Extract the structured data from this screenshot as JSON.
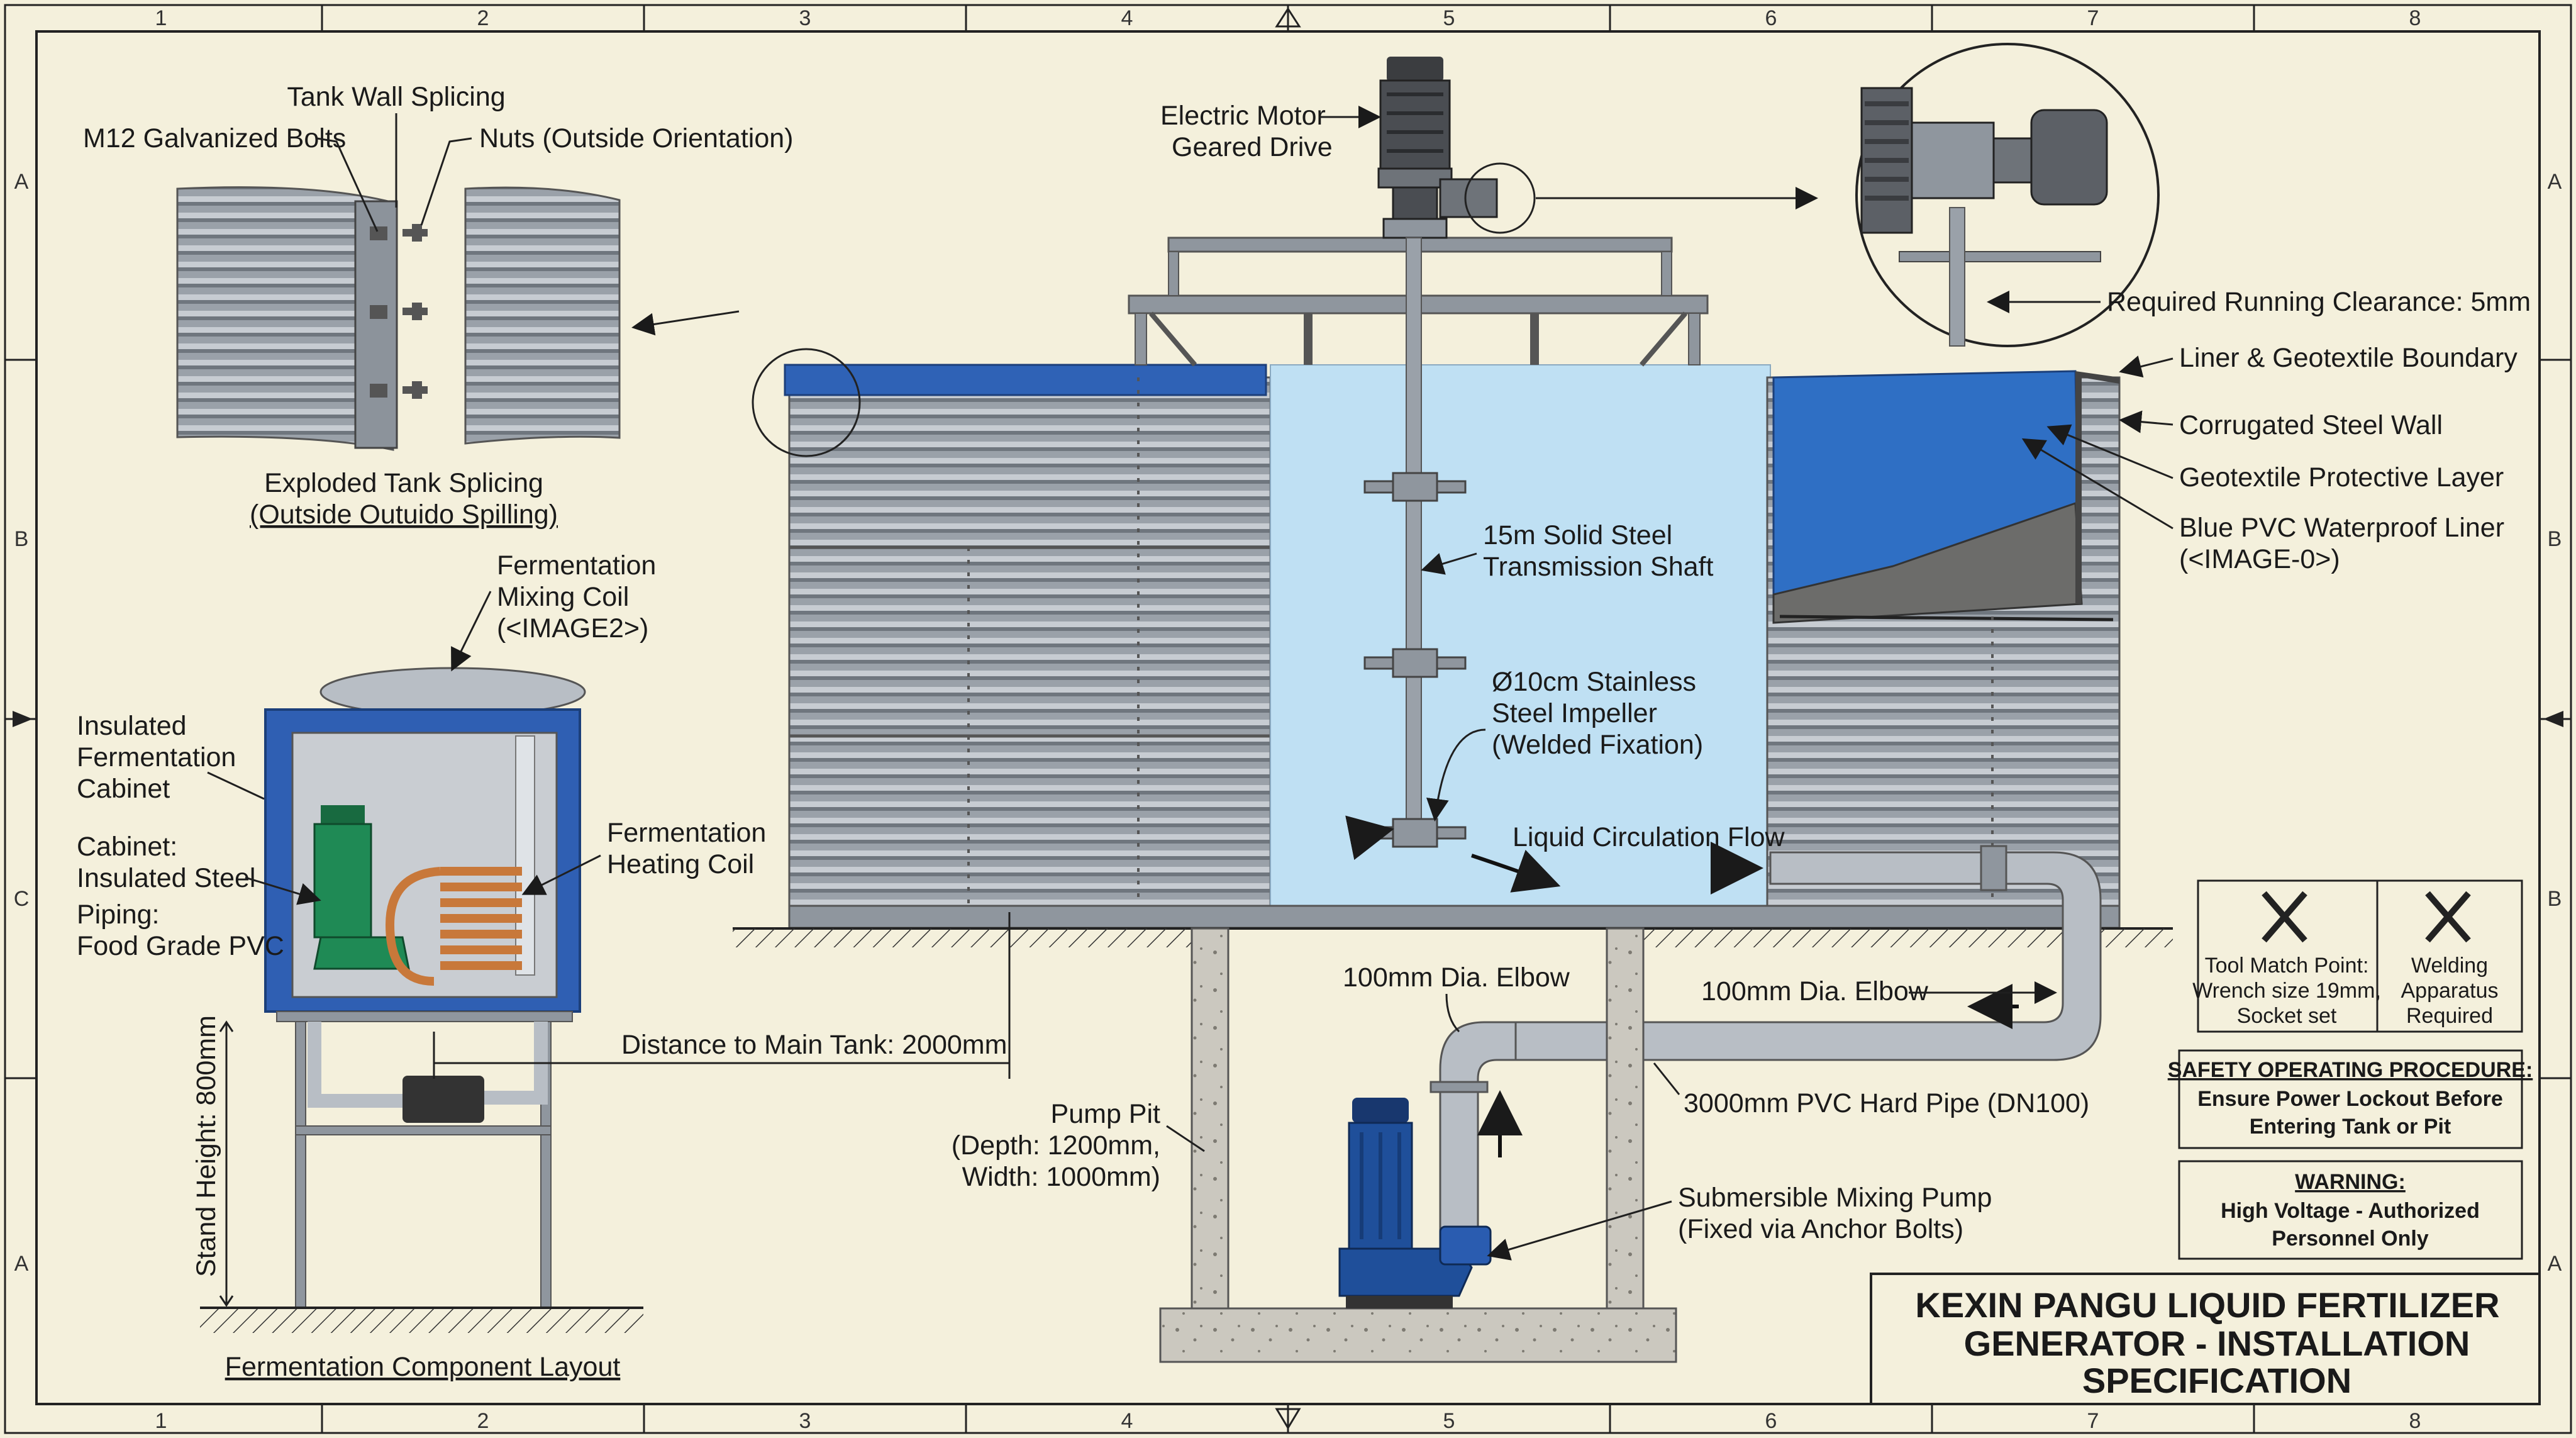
{
  "border": {
    "columns": [
      "1",
      "2",
      "3",
      "4",
      "5",
      "6",
      "7",
      "8"
    ],
    "rows_left": [
      "A",
      "B",
      "C",
      "A"
    ],
    "rows_right": [
      "A",
      "B",
      "B",
      "A"
    ]
  },
  "splicing": {
    "title_line1": "Tank Wall Splicing",
    "bolts": "M12 Galvanized Bolts",
    "nuts": "Nuts (Outside Orientation)",
    "caption1": "Exploded Tank Splicing",
    "caption2": "(Outside Outuido Spilling)"
  },
  "motor": {
    "line1": "Electric Motor",
    "line2": "Geared Drive"
  },
  "clearance": "Required Running Clearance: 5mm",
  "liner_labels": {
    "boundary": "Liner & Geotextile Boundary",
    "wall": "Corrugated Steel Wall",
    "geotextile": "Geotextile Protective Layer",
    "liner1": "Blue PVC Waterproof Liner",
    "liner2": "(<IMAGE-0>)"
  },
  "shaft": {
    "line1": "15m Solid Steel",
    "line2": "Transmission Shaft"
  },
  "impeller": {
    "line1": "Ø10cm Stainless",
    "line2": "Steel Impeller",
    "line3": "(Welded Fixation)"
  },
  "flow": "Liquid Circulation Flow",
  "cabinet": {
    "coil_top1": "Fermentation",
    "coil_top2": "Mixing Coil",
    "coil_top3": "(<IMAGE2>)",
    "insulated1": "Insulated",
    "insulated2": "Fermentation",
    "insulated3": "Cabinet",
    "cab1": "Cabinet:",
    "cab2": "Insulated Steel",
    "pip1": "Piping:",
    "pip2": "Food Grade PVC",
    "heat1": "Fermentation",
    "heat2": "Heating Coil",
    "stand": "Stand Height: 800mm",
    "caption": "Fermentation Component Layout"
  },
  "distance": "Distance to Main Tank: 2000mm",
  "pit": {
    "line1": "Pump Pit",
    "line2": "(Depth: 1200mm,",
    "line3": "Width: 1000mm)"
  },
  "elbow_left": "100mm Dia. Elbow",
  "elbow_right": "100mm Dia. Elbow",
  "pipe": "3000mm PVC Hard Pipe (DN100)",
  "pump": {
    "line1": "Submersible Mixing Pump",
    "line2": "(Fixed via Anchor Bolts)"
  },
  "tools": {
    "wrench1": "Tool Match Point:",
    "wrench2": "Wrench size 19mm,",
    "wrench3": "Socket set",
    "weld1": "Welding",
    "weld2": "Apparatus",
    "weld3": "Required"
  },
  "safety": {
    "title": "SAFETY OPERATING PROCEDURE:",
    "line1": "Ensure Power Lockout Before",
    "line2": "Entering Tank or Pit"
  },
  "warning": {
    "title": "WARNING:",
    "line1": "High Voltage - Authorized",
    "line2": "Personnel Only"
  },
  "title_block": {
    "line1": "KEXIN PANGU LIQUID FERTILIZER",
    "line2": "GENERATOR - INSTALLATION",
    "line3": "SPECIFICATION"
  },
  "colors": {
    "paper": "#f4f0dc",
    "steel": "#8f969e",
    "liner_blue": "#2f6fc4",
    "liquid": "#bfe0f3",
    "pump_blue": "#1f4f9a",
    "green_pump": "#1f8a55",
    "copper": "#c8783a",
    "concrete": "#c9c6bd"
  }
}
